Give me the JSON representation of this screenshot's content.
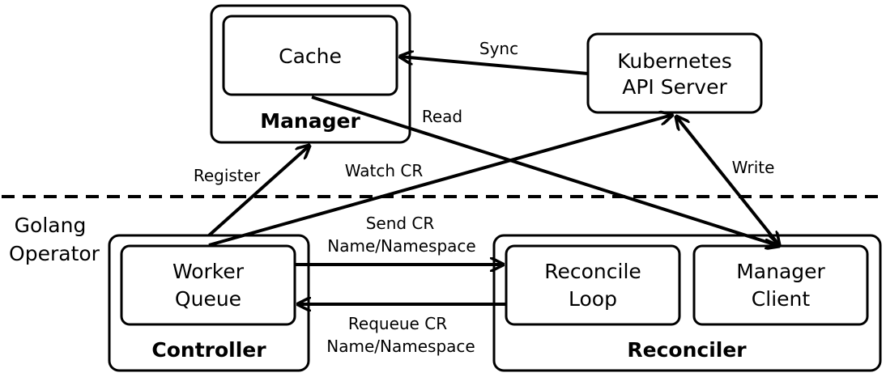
{
  "manager": {
    "label": "Manager",
    "cache_label": "Cache"
  },
  "api_server": {
    "line1": "Kubernetes",
    "line2": "API Server"
  },
  "operator_label": {
    "line1": "Golang",
    "line2": "Operator"
  },
  "controller": {
    "label": "Controller",
    "queue_line1": "Worker",
    "queue_line2": "Queue"
  },
  "reconciler": {
    "label": "Reconciler",
    "loop_line1": "Reconcile",
    "loop_line2": "Loop",
    "client_line1": "Manager",
    "client_line2": "Client"
  },
  "edges": {
    "sync": "Sync",
    "read": "Read",
    "register": "Register",
    "watch": "Watch CR",
    "write": "Write",
    "send_line1": "Send CR",
    "send_line2": "Name/Namespace",
    "requeue_line1": "Requeue CR",
    "requeue_line2": "Name/Namespace"
  }
}
